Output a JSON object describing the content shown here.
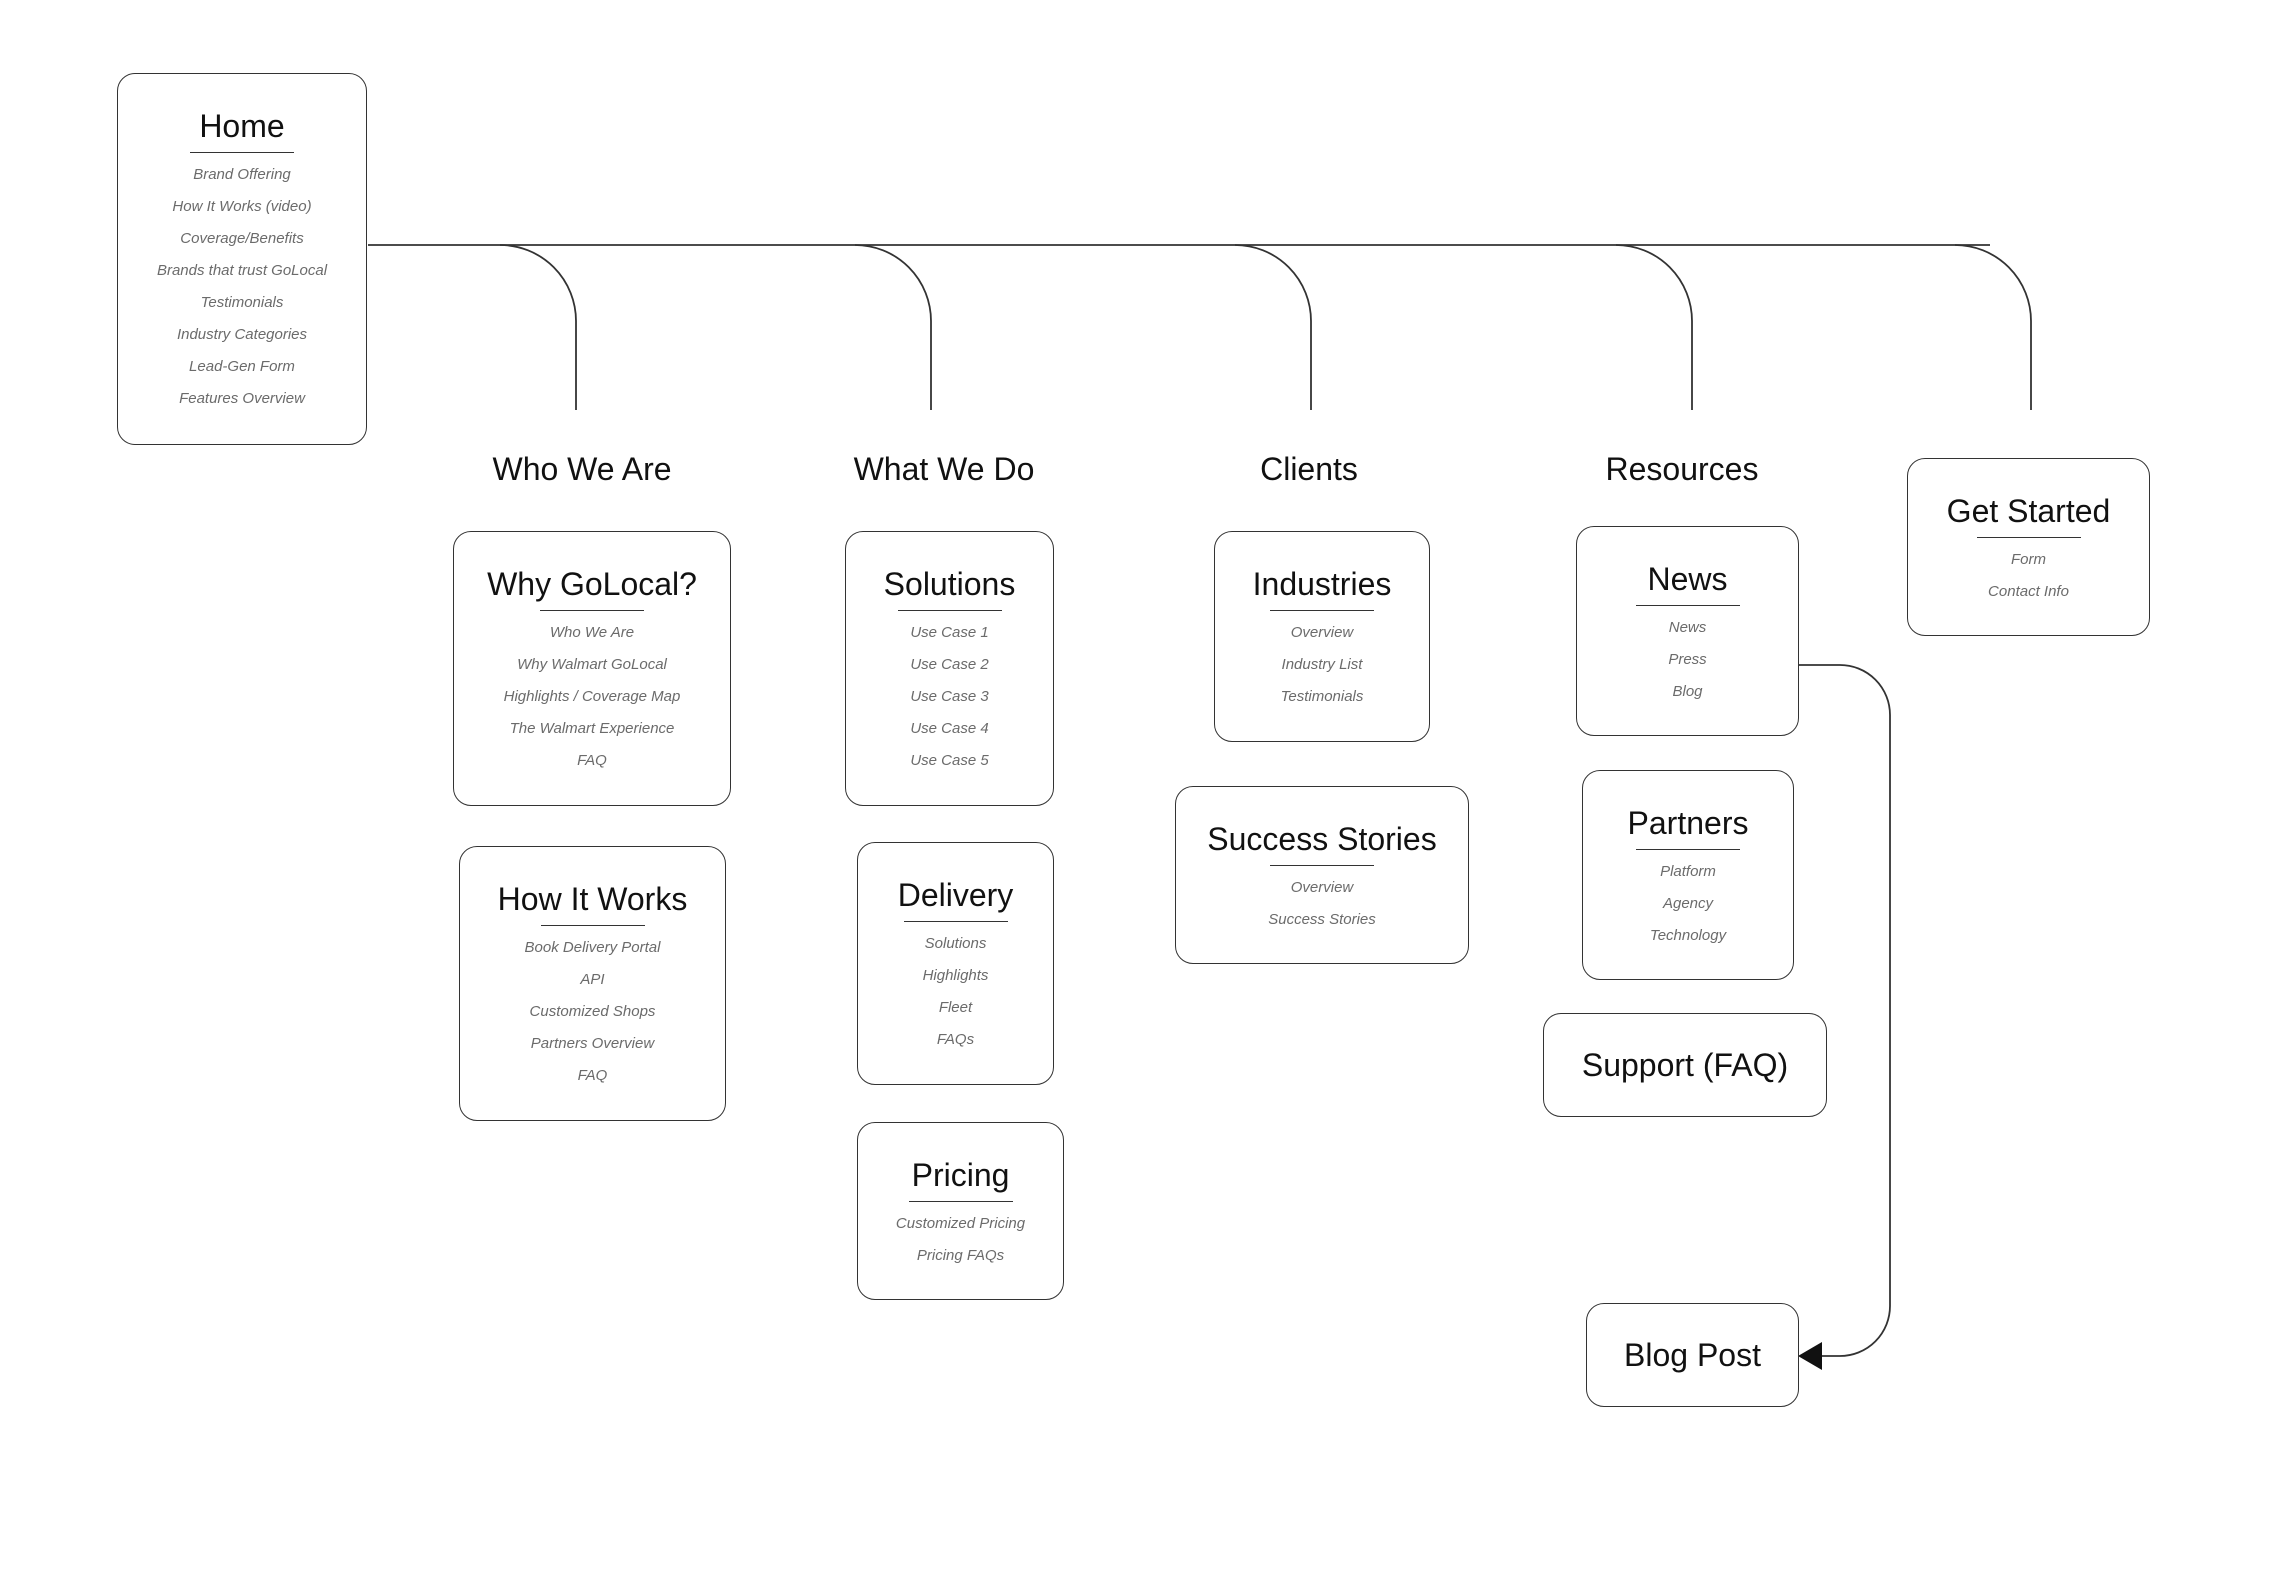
{
  "sitemap": {
    "home": {
      "title": "Home",
      "items": [
        "Brand Offering",
        "How It Works (video)",
        "Coverage/Benefits",
        "Brands that trust GoLocal",
        "Testimonials",
        "Industry Categories",
        "Lead-Gen Form",
        "Features Overview"
      ]
    },
    "sections": [
      {
        "heading": "Who We Are",
        "cards": [
          {
            "title": "Why GoLocal?",
            "items": [
              "Who We Are",
              "Why Walmart GoLocal",
              "Highlights / Coverage Map",
              "The Walmart Experience",
              "FAQ"
            ]
          },
          {
            "title": "How It Works",
            "items": [
              "Book Delivery Portal",
              "API",
              "Customized Shops",
              "Partners Overview",
              "FAQ"
            ]
          }
        ]
      },
      {
        "heading": "What We Do",
        "cards": [
          {
            "title": "Solutions",
            "items": [
              "Use Case 1",
              "Use Case 2",
              "Use Case 3",
              "Use Case 4",
              "Use Case 5"
            ]
          },
          {
            "title": "Delivery",
            "items": [
              "Solutions",
              "Highlights",
              "Fleet",
              "FAQs"
            ]
          },
          {
            "title": "Pricing",
            "items": [
              "Customized Pricing",
              "Pricing FAQs"
            ]
          }
        ]
      },
      {
        "heading": "Clients",
        "cards": [
          {
            "title": "Industries",
            "items": [
              "Overview",
              "Industry List",
              "Testimonials"
            ]
          },
          {
            "title": "Success Stories",
            "items": [
              "Overview",
              "Success Stories"
            ]
          }
        ]
      },
      {
        "heading": "Resources",
        "cards": [
          {
            "title": "News",
            "items": [
              "News",
              "Press",
              "Blog"
            ]
          },
          {
            "title": "Partners",
            "items": [
              "Platform",
              "Agency",
              "Technology"
            ]
          },
          {
            "title": "Support (FAQ)",
            "items": []
          },
          {
            "title": "Blog Post",
            "items": []
          }
        ]
      }
    ],
    "get_started": {
      "title": "Get Started",
      "items": [
        "Form",
        "Contact Info"
      ]
    }
  },
  "colors": {
    "line": "#333333",
    "text": "#111111",
    "subtext": "#6b6b6b",
    "background": "#ffffff"
  }
}
